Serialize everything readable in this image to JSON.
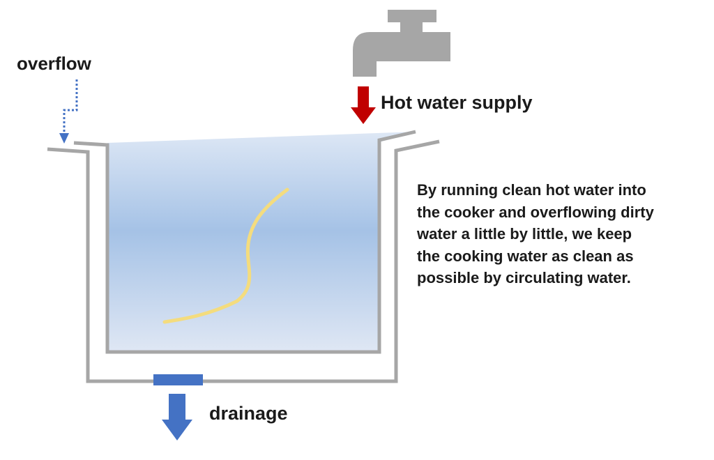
{
  "labels": {
    "overflow": "overflow",
    "hot_water_supply": "Hot water supply",
    "drainage": "drainage"
  },
  "caption": "By running clean hot water into\nthe cooker and overflowing dirty\nwater a little by little, we keep\nthe cooking water as clean as\npossible by circulating water.",
  "colors": {
    "pot_outline": "#a6a6a6",
    "water_top": "#dde7f5",
    "water_mid": "#a5c2e6",
    "water_bottom": "#dfe7f4",
    "noodle": "#f4dc7e",
    "supply_arrow": "#c00000",
    "drain_blue": "#4472c4",
    "faucet": "#a6a6a6",
    "text": "#1a1a1a"
  },
  "icons": {
    "faucet": "faucet-icon",
    "supply_arrow": "arrow-down-icon",
    "drain_arrow": "arrow-down-icon",
    "overflow_path": "dotted-arrow-icon"
  }
}
